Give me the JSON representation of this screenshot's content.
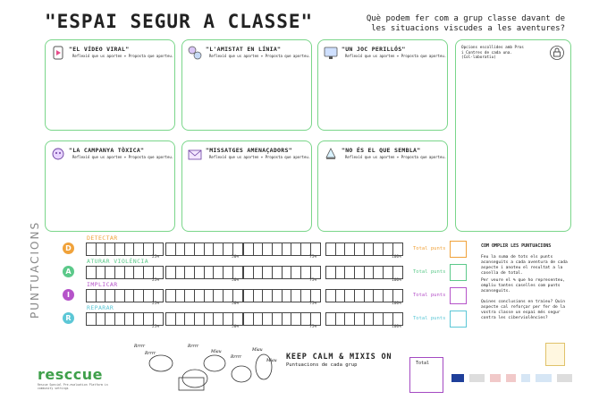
{
  "header": {
    "title": "\"ESPAI SEGUR A CLASSE\"",
    "question": "Què podem fer com a grup classe davant de les situacions viscudes a les aventures?"
  },
  "cards": [
    {
      "title": "\"EL VÍDEO VIRAL\"",
      "subtitle": "Reflexió que us aporten + Proposta que aporteu.",
      "icon": "phone-video-icon"
    },
    {
      "title": "\"L'AMISTAT EN LÍNIA\"",
      "subtitle": "Reflexió que us aporten + Proposta que aporteu.",
      "icon": "faces-icon"
    },
    {
      "title": "\"UN JOC PERILLÓS\"",
      "subtitle": "Reflexió que us aporten + Proposta que aporteu.",
      "icon": "game-screen-icon"
    },
    {
      "title": "\"LA CAMPANYA TÒXICA\"",
      "subtitle": "Reflexió que us aporten + Proposta que aporteu.",
      "icon": "toxic-face-icon"
    },
    {
      "title": "\"MISSATGES AMENAÇADORS\"",
      "subtitle": "Reflexió que us aporten + Proposta que aporteu.",
      "icon": "envelope-icon"
    },
    {
      "title": "\"NO ÉS EL QUE SEMBLA\"",
      "subtitle": "Reflexió que us aporten + Proposta que aporteu.",
      "icon": "hologram-icon"
    }
  ],
  "side_card": {
    "text": "Opcions escollides amb Pros i Contres de cada una. (Col·laboratiu)"
  },
  "scoring": {
    "vertical_label": "PUNTUACIONS",
    "rows": [
      {
        "letter": "D",
        "label": "DETECTAR",
        "color": "#f0a23a"
      },
      {
        "letter": "A",
        "label": "ATURAR VIOLÈNCIA",
        "color": "#5cc98a"
      },
      {
        "letter": "I",
        "label": "IMPLICAR",
        "color": "#b553c9"
      },
      {
        "letter": "R",
        "label": "REPARAR",
        "color": "#5cc7d6"
      }
    ],
    "ticks": [
      "25%",
      "50%",
      "75%",
      "100%"
    ],
    "total_label": "Total punts"
  },
  "instructions": {
    "heading": "COM OMPLIR LES PUNTUACIONS",
    "p1": "Feu la suma de tots els punts aconseguits a cada aventura de cada aspecte i anoteu el resultat a la casella de total.",
    "p2": "Per veure el % que ho representeu, ompliu tantes caselles com punts aconseguits.",
    "p3": "Quines conclusions en traieu? Quin aspecte cal reforçar per fer de la vostra classe un espai més segur contra les ciberviolències?"
  },
  "footer": {
    "logo": "resccue",
    "logo_sub": "Rescue Special Pre-evaluation Platform in community settings",
    "keep_calm": "KEEP CALM & MIXIS ON",
    "keep_sub": "Puntuacions de cada grup",
    "total": "Total",
    "purrs": [
      "Rrrrr",
      "Rrrrr",
      "Rrrrr",
      "Miau",
      "Rrrrr",
      "Miau",
      "Miau"
    ]
  }
}
